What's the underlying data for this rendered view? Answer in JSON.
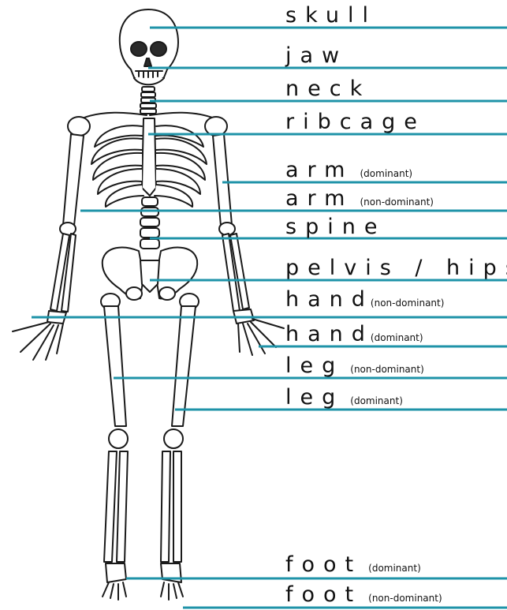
{
  "colors": {
    "leader_line": "#1f93a8",
    "text": "#111111",
    "bone_outline": "#1a1a1a",
    "bone_fill": "#ffffff",
    "bone_shade": "#bdbdbd"
  },
  "labels": [
    {
      "id": "skull",
      "text": "skull",
      "qualifier": ""
    },
    {
      "id": "jaw",
      "text": "jaw",
      "qualifier": ""
    },
    {
      "id": "neck",
      "text": "neck",
      "qualifier": ""
    },
    {
      "id": "ribcage",
      "text": "ribcage",
      "qualifier": ""
    },
    {
      "id": "arm-dominant",
      "text": "arm",
      "qualifier": "(dominant)"
    },
    {
      "id": "arm-non-dominant",
      "text": "arm",
      "qualifier": "(non-dominant)"
    },
    {
      "id": "spine",
      "text": "spine",
      "qualifier": ""
    },
    {
      "id": "pelvis-hips",
      "text": "pelvis / hips",
      "qualifier": ""
    },
    {
      "id": "hand-non-dominant",
      "text": "hand",
      "qualifier": "(non-dominant)"
    },
    {
      "id": "hand-dominant",
      "text": "hand",
      "qualifier": "(dominant)"
    },
    {
      "id": "leg-non-dominant",
      "text": "leg",
      "qualifier": "(non-dominant)"
    },
    {
      "id": "leg-dominant",
      "text": "leg",
      "qualifier": "(dominant)"
    },
    {
      "id": "foot-dominant",
      "text": "foot",
      "qualifier": "(dominant)"
    },
    {
      "id": "foot-non-dominant",
      "text": "foot",
      "qualifier": "(non-dominant)"
    }
  ]
}
